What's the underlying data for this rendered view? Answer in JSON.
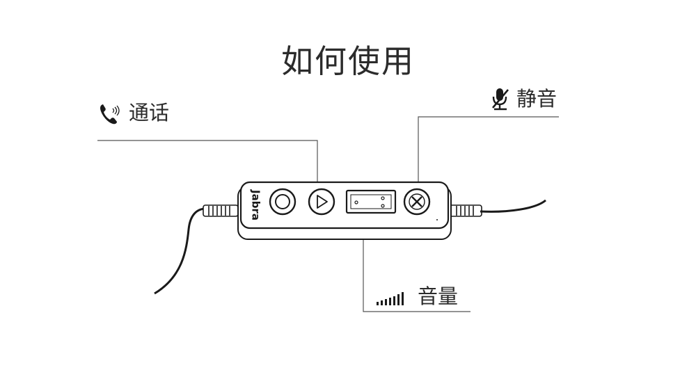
{
  "title": "如何使用",
  "brand": "Jabra",
  "labels": {
    "call": "通话",
    "mute": "静音",
    "volume": "音量"
  },
  "icons": {
    "call": "phone-ringing-icon",
    "mute": "mic-muted-icon",
    "volume": "volume-bars-icon"
  },
  "colors": {
    "line": "#555555",
    "outline": "#1a1a1a",
    "text": "#2b2b2b"
  }
}
